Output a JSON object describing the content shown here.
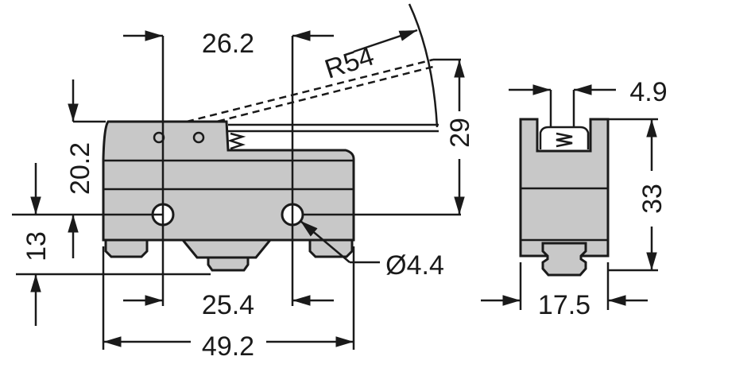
{
  "dimensions": {
    "lever_pivot_offset": "26.2",
    "lever_radius": "R54",
    "lever_height": "29",
    "body_height_upper": "20.2",
    "hole_height": "13",
    "hole_spacing": "25.4",
    "overall_length": "49.2",
    "hole_diameter": "Ø4.4",
    "plunger_width": "4.9",
    "side_height": "33",
    "side_width": "17.5"
  },
  "colors": {
    "body": "#c8c8c8",
    "line": "#1a1a1a"
  }
}
